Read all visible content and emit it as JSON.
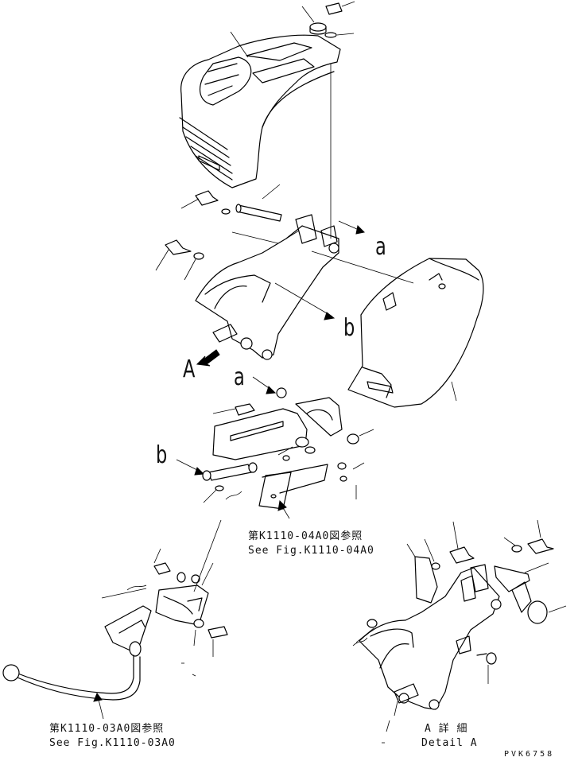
{
  "labels": {
    "callout_a_top": "a",
    "callout_b_top": "b",
    "callout_a_view": "A",
    "callout_a_mid": "a",
    "callout_b_mid": "b"
  },
  "references": {
    "lever_panel_jp": "第K1110-04A0図参照",
    "lever_panel_en": "See Fig.K1110-04A0",
    "lever_handle_jp": "第K1110-03A0図参照",
    "lever_handle_en": "See Fig.K1110-03A0",
    "detail_jp": "A 詳 細",
    "detail_en": "Detail A"
  },
  "drawing_code": "PVK6758",
  "icons": [
    "view-direction-arrow-icon"
  ]
}
